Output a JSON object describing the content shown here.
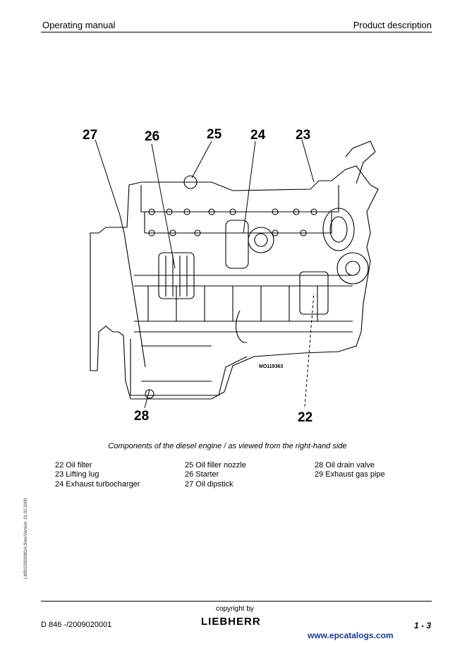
{
  "header": {
    "left": "Operating manual",
    "right": "Product description"
  },
  "figure": {
    "callouts": [
      "27",
      "26",
      "25",
      "24",
      "23",
      "28",
      "22"
    ],
    "figure_code": "MO119363",
    "caption": "Components of the diesel engine / as viewed from the right-hand side"
  },
  "legend": {
    "col1": [
      "22 Oil filter",
      "23 Lifting lug",
      "24 Exhaust turbocharger"
    ],
    "col2": [
      "25 Oil filler nozzle",
      "26 Starter",
      "27 Oil dipstick"
    ],
    "col3": [
      "28 Oil drain valve",
      "29 Exhaust gas pipe"
    ]
  },
  "side_note": "LMB/02009080/A 9/en/Version: 01.02.2009",
  "footer": {
    "doc_id": "D 846 -/2009020001",
    "copyright": "copyright by",
    "brand": "LIEBHERR",
    "page": "1 - 3",
    "watermark": "www.epcatalogs.com"
  }
}
